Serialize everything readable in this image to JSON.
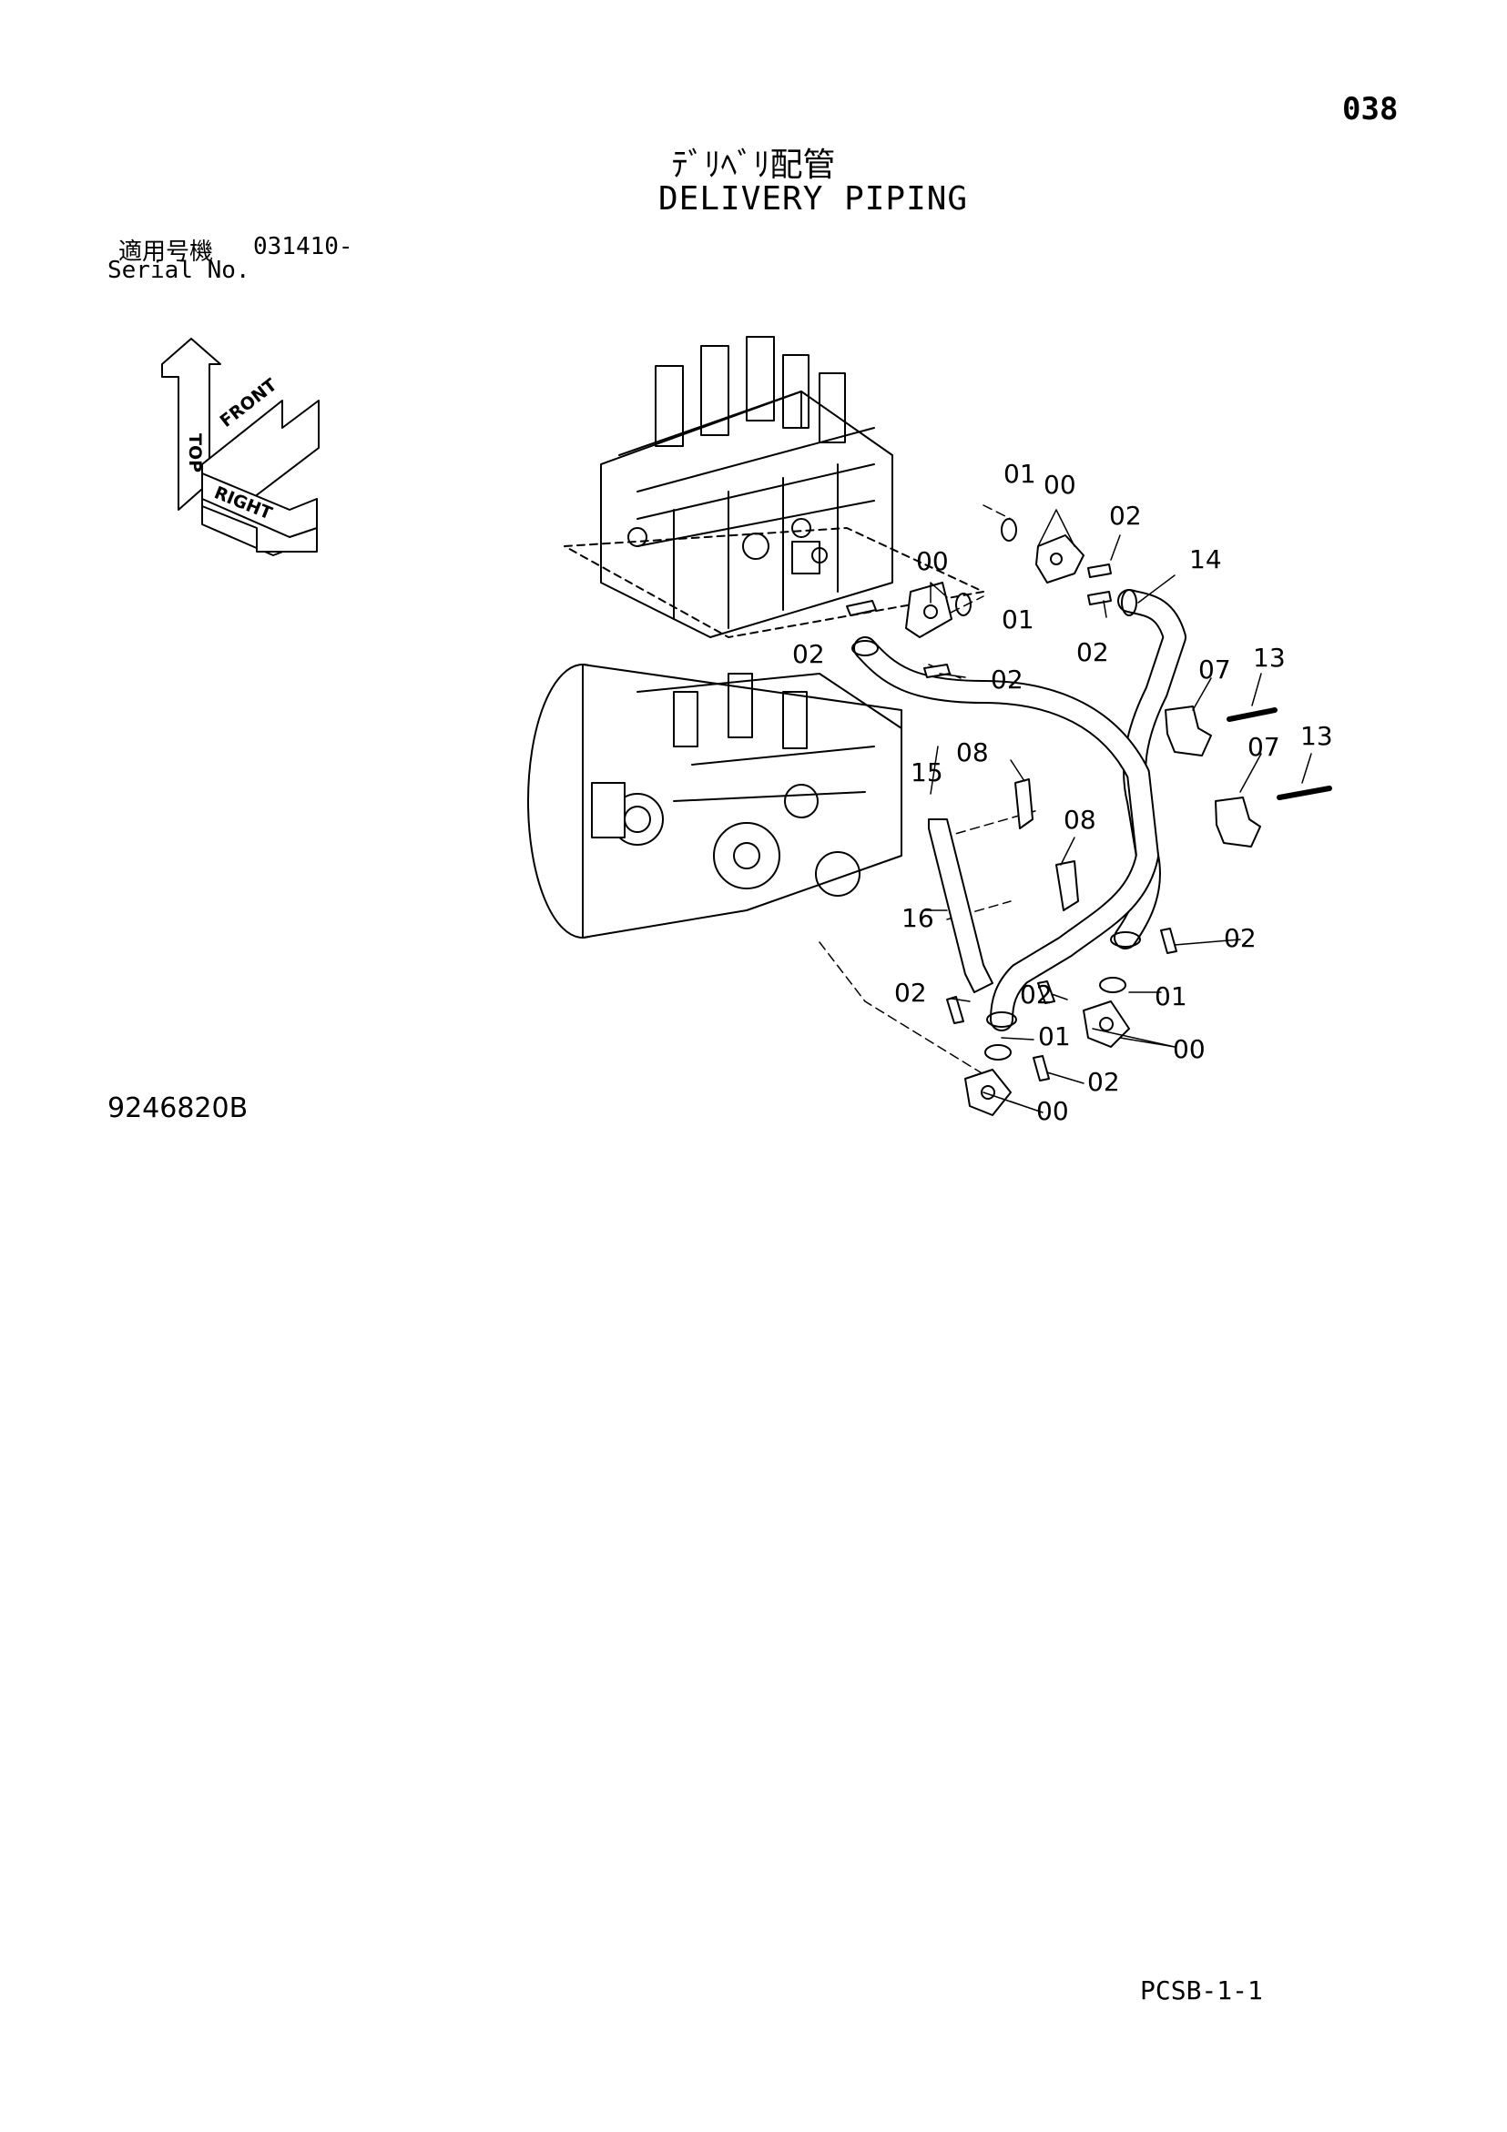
{
  "header": {
    "page_number": "038",
    "title_jp": "ﾃﾞﾘﾍﾞﾘ配管",
    "title_en": "DELIVERY PIPING",
    "serial_label_jp": "適用号機",
    "serial_value": "031410-",
    "serial_label_en": "Serial No."
  },
  "orientation": {
    "top": "TOP",
    "front": "FRONT",
    "right": "RIGHT"
  },
  "callouts": {
    "c01a": "01",
    "c00a": "00",
    "c02a": "02",
    "c14": "14",
    "c00b": "00",
    "c01b": "01",
    "c02b": "02",
    "c02c": "02",
    "c02d": "02",
    "c07a": "07",
    "c13a": "13",
    "c07b": "07",
    "c13b": "13",
    "c15": "15",
    "c08a": "08",
    "c08b": "08",
    "c16": "16",
    "c02e": "02",
    "c02f": "02",
    "c02g": "02",
    "c01c": "01",
    "c01d": "01",
    "c00c": "00",
    "c02h": "02",
    "c00d": "00"
  },
  "footer": {
    "drawing_number": "9246820B",
    "code": "PCSB-1-1"
  }
}
